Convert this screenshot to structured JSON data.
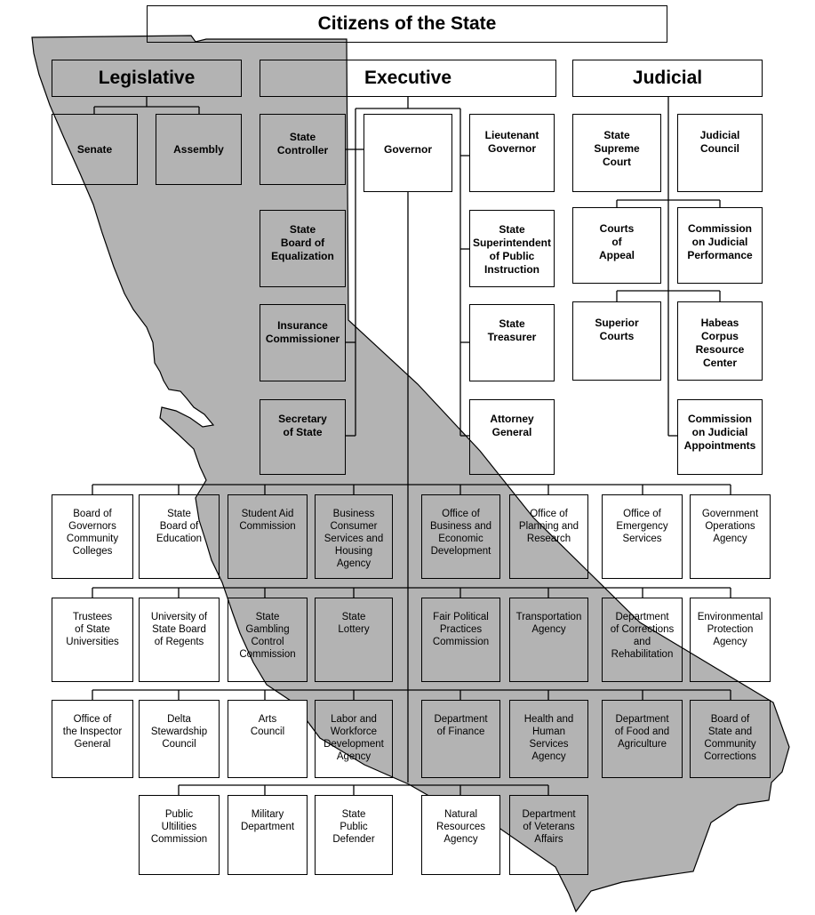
{
  "title": "Citizens of the State",
  "branches": {
    "legislative": "Legislative",
    "executive": "Executive",
    "judicial": "Judicial"
  },
  "legislative": [
    "Senate",
    "Assembly"
  ],
  "executive_left": [
    "State\nController",
    "State\nBoard of\nEqualization",
    "Insurance\nCommissioner",
    "Secretary\nof State"
  ],
  "governor": "Governor",
  "executive_right": [
    "Lieutenant\nGovernor",
    "State\nSuperintendent\nof Public\nInstruction",
    "State\nTreasurer",
    "Attorney\nGeneral"
  ],
  "judicial_left": [
    "State\nSupreme\nCourt",
    "Courts\nof\nAppeal",
    "Superior\nCourts"
  ],
  "judicial_right": [
    "Judicial\nCouncil",
    "Commission\non Judicial\nPerformance",
    "Habeas\nCorpus\nResource\nCenter",
    "Commission\non Judicial\nAppointments"
  ],
  "agencies": {
    "row1": [
      "Board of\nGovernors\nCommunity\nColleges",
      "State\nBoard of\nEducation",
      "Student Aid\nCommission",
      "Business\nConsumer\nServices and\nHousing\nAgency",
      "Office of\nBusiness and\nEconomic\nDevelopment",
      "Office of\nPlanning and\nResearch",
      "Office of\nEmergency\nServices",
      "Government\nOperations\nAgency"
    ],
    "row2": [
      "Trustees\nof State\nUniversities",
      "University of\nState Board\nof Regents",
      "State\nGambling\nControl\nCommission",
      "State\nLottery",
      "Fair Political\nPractices\nCommission",
      "Transportation\nAgency",
      "Department\nof Corrections\nand\nRehabilitation",
      "Environmental\nProtection\nAgency"
    ],
    "row3": [
      "Office of\nthe Inspector\nGeneral",
      "Delta\nStewardship\nCouncil",
      "Arts\nCouncil",
      "Labor and\nWorkforce\nDevelopment\nAgency",
      "Department\nof Finance",
      "Health and\nHuman\nServices\nAgency",
      "Department\nof Food and\nAgriculture",
      "Board of\nState and\nCommunity\nCorrections"
    ],
    "row4": [
      "Public\nUltilities\nCommission",
      "Military\nDepartment",
      "State\nPublic\nDefender",
      "Natural\nResources\nAgency",
      "Department\nof Veterans\nAffairs"
    ]
  },
  "colors": {
    "map_fill": "#b3b3b3",
    "line": "#000000"
  },
  "map_name": "california-outline"
}
